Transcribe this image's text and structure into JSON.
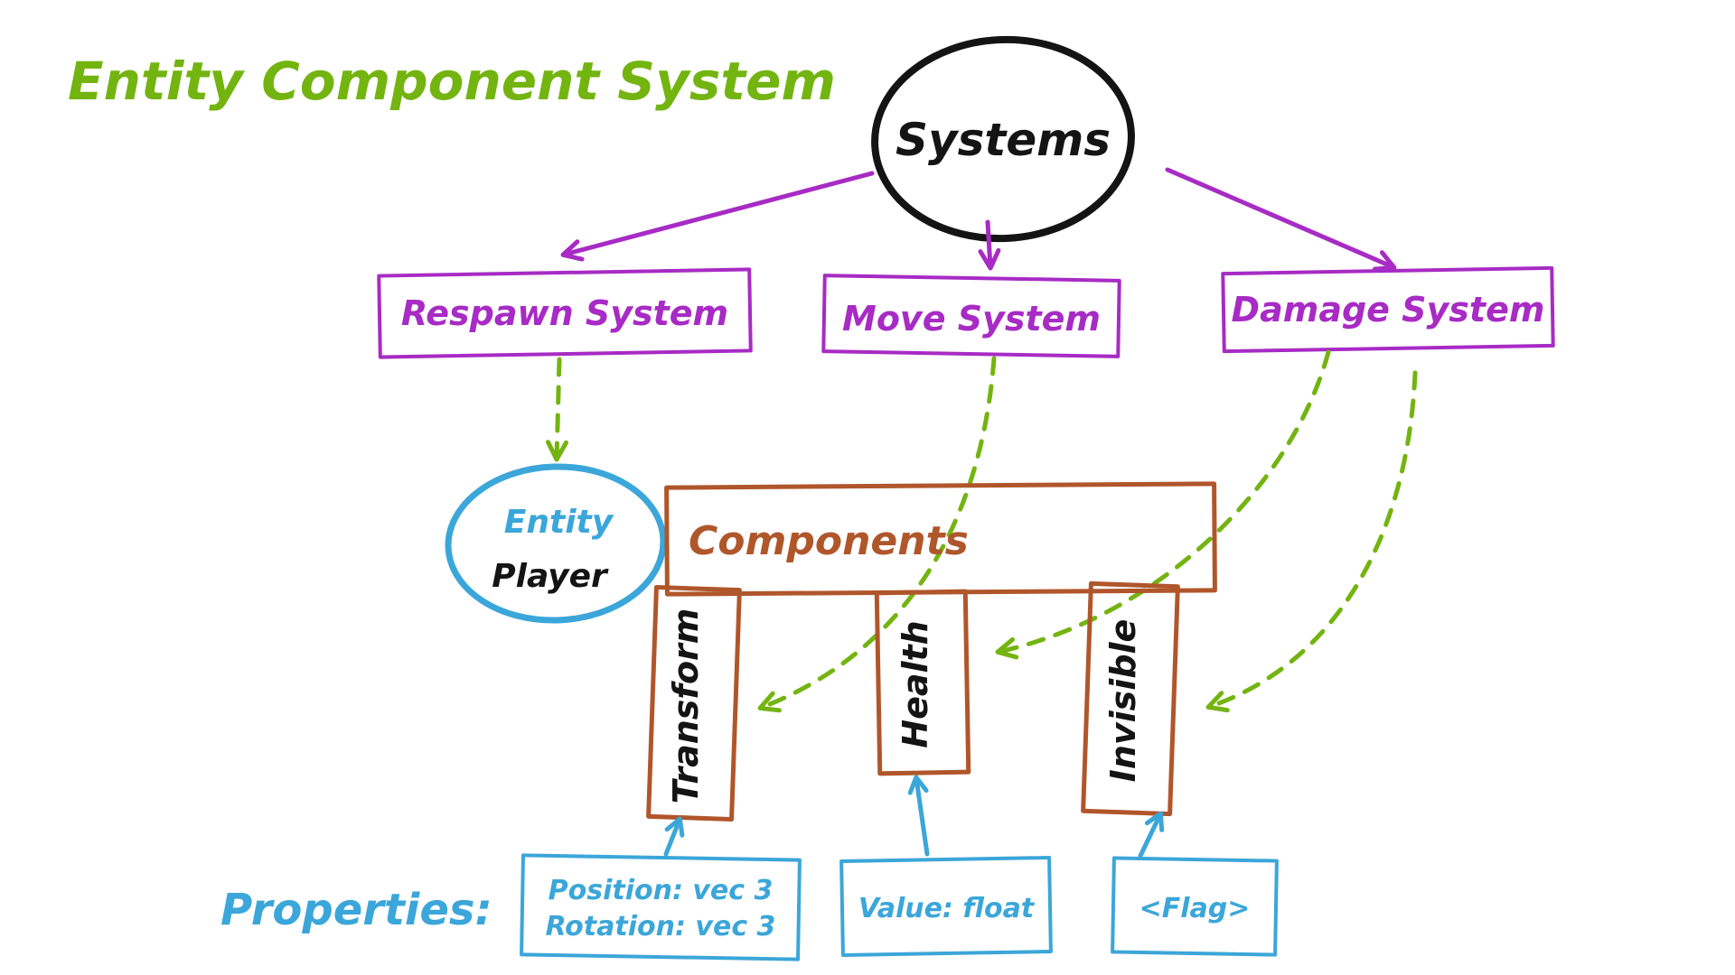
{
  "colors": {
    "green": "#73b410",
    "purple": "#a72bc4",
    "blue": "#3ba6d9",
    "brown": "#b0562b",
    "black": "#141414"
  },
  "title": "Entity Component System",
  "systems": {
    "label": "Systems"
  },
  "system_boxes": {
    "respawn": "Respawn System",
    "move": "Move System",
    "damage": "Damage System"
  },
  "entity": {
    "label": "Entity",
    "name": "Player"
  },
  "components": {
    "label": "Components",
    "transform": "Transform",
    "health": "Health",
    "invisible": "Invisible"
  },
  "properties": {
    "label": "Properties:",
    "transform_props": {
      "line1": "Position: vec 3",
      "line2": "Rotation: vec 3"
    },
    "health_props": "Value: float",
    "invisible_props": "<Flag>"
  }
}
